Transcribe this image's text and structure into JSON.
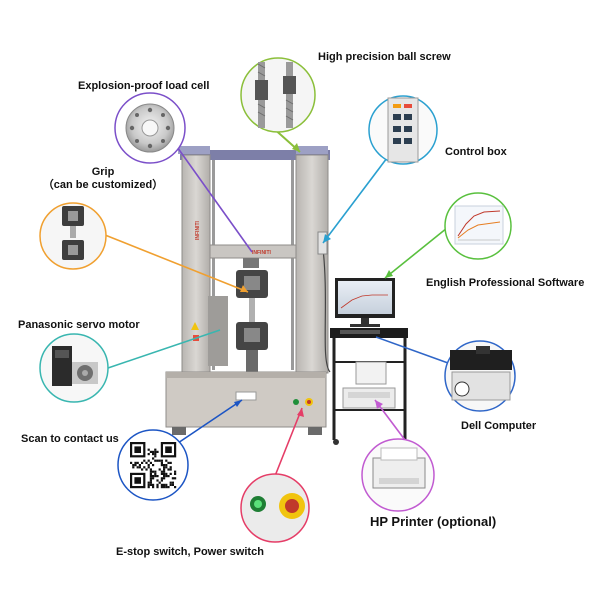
{
  "labels": {
    "ball_screw": "High precision ball screw",
    "load_cell": "Explosion-proof load cell",
    "grip_line1": "Grip",
    "grip_line2": "（can be customized）",
    "control_box": "Control box",
    "software": "English Professional Software",
    "servo_motor": "Panasonic servo motor",
    "dell_computer": "Dell Computer",
    "scan_contact": "Scan to contact us",
    "printer": "HP Printer (optional)",
    "switches": "E-stop switch, Power switch"
  },
  "machine": {
    "brand_top": "INFINITI",
    "brand_crosshead": "INFINITI"
  },
  "colors": {
    "frame": "#c9c6c2",
    "frame_dark": "#8f8c8a",
    "top_beam": "#7d7fa8",
    "base": "#cfcac4",
    "load_cell_line": "#7b4fc9",
    "ball_screw_line": "#8bbf3a",
    "grip_line": "#f0a030",
    "servo_line": "#39b6b0",
    "control_line": "#2aa0d0",
    "software_line": "#59c03e",
    "computer_line": "#2f66c8",
    "printer_line": "#c15bd1",
    "switch_line": "#e53d67",
    "qr_line": "#1c55c4"
  }
}
